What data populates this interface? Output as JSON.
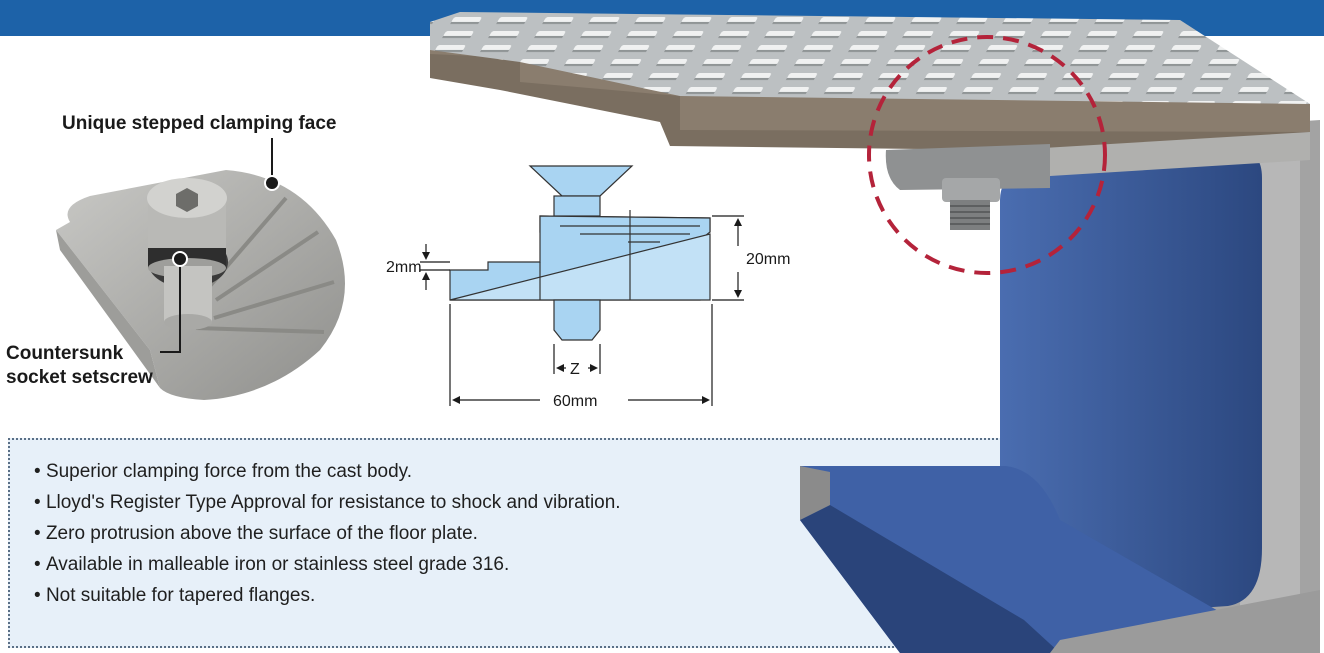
{
  "colors": {
    "header_bar": "#1d62a8",
    "panel_bg": "#e7f0f9",
    "channel_blue": "#3a5a98",
    "diagram_blue": "#a9d4f2",
    "highlight_circle": "#b4233a"
  },
  "callouts": {
    "clamping_face": "Unique stepped clamping face",
    "setscrew_line1": "Countersunk",
    "setscrew_line2": "socket setscrew"
  },
  "dimensions": {
    "step": "2mm",
    "height": "20mm",
    "thread": "Z",
    "width": "60mm"
  },
  "features": [
    "Superior clamping force from the cast body.",
    "Lloyd's Register Type Approval for resistance to shock and vibration.",
    "Zero protrusion above the surface of the floor plate.",
    "Available in malleable iron or stainless steel grade 316.",
    "Not suitable for tapered flanges."
  ]
}
